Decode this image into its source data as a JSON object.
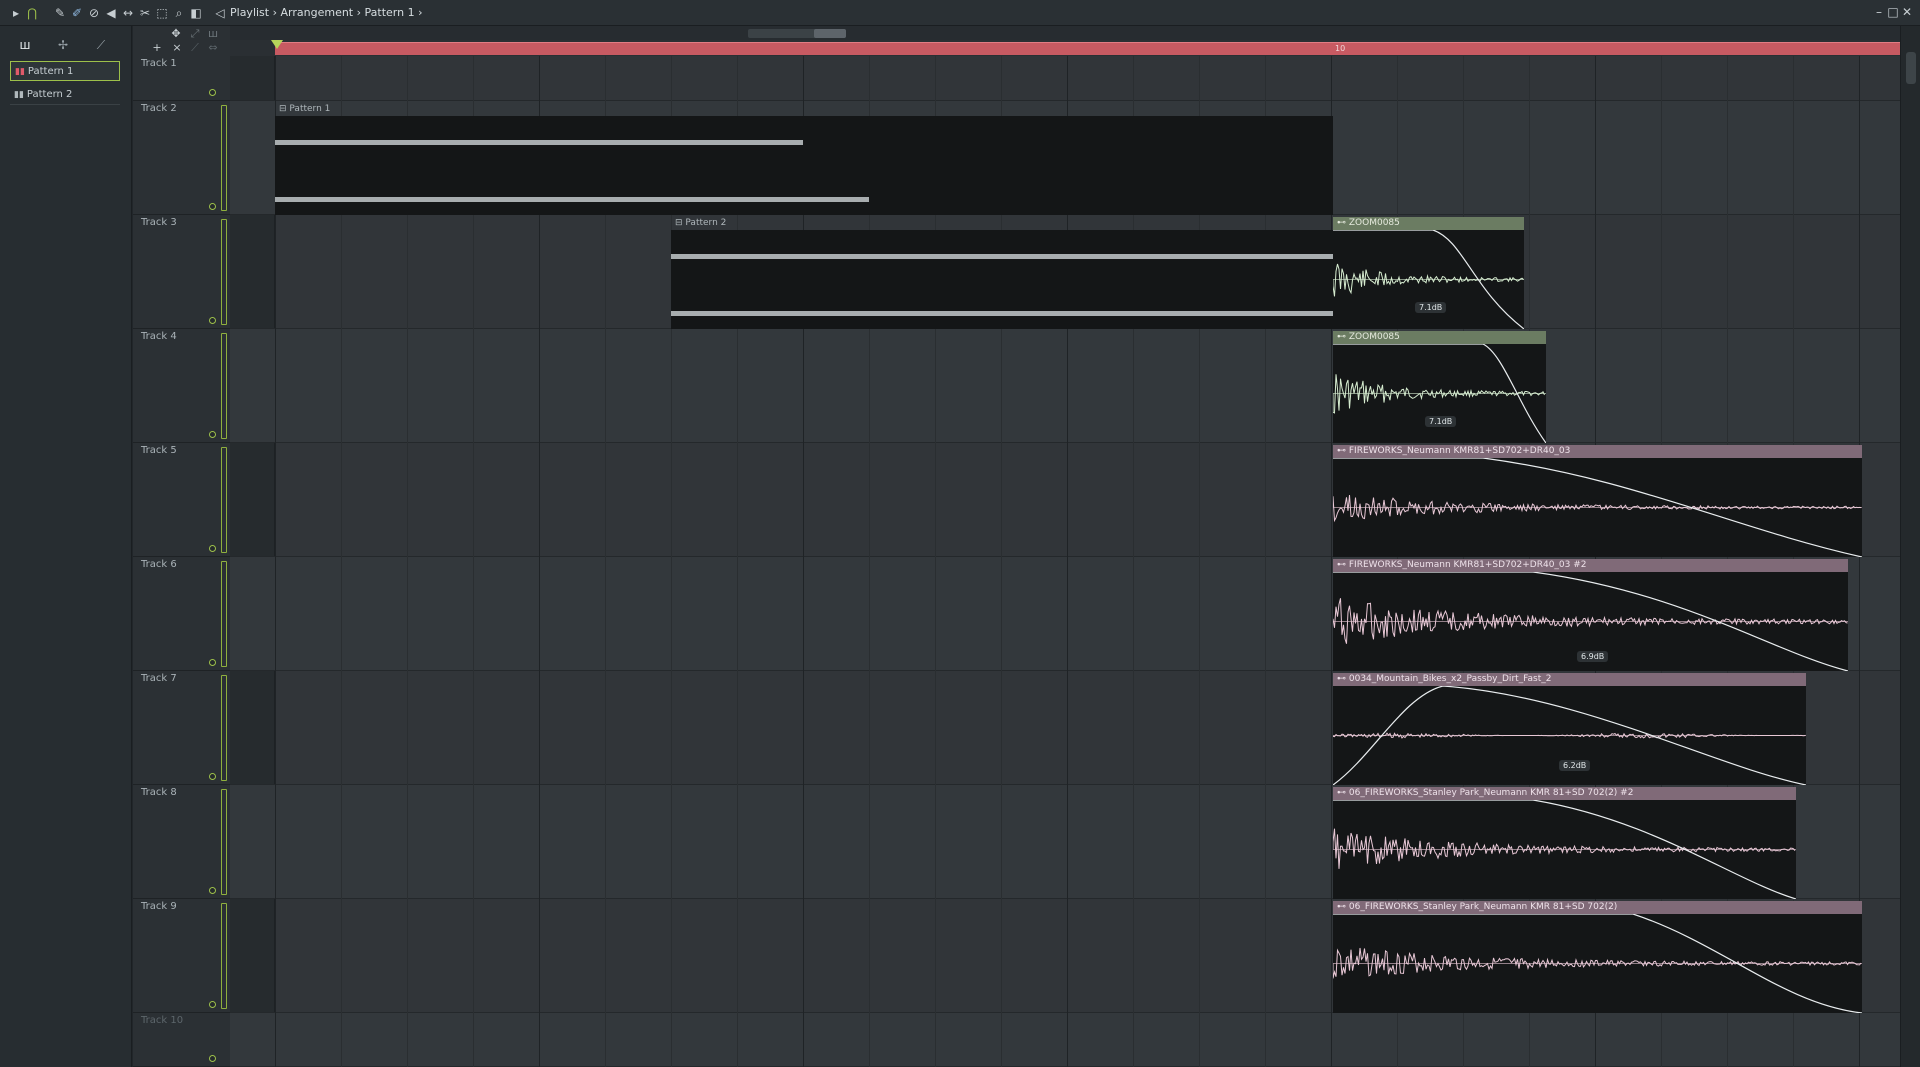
{
  "window": {
    "title_parts": [
      "Playlist",
      "Arrangement",
      "Pattern 1"
    ],
    "separator": "›"
  },
  "titlebar": {
    "tools": [
      "menu-arrow-icon",
      "magnet-icon",
      "pencil-icon",
      "paint-icon",
      "delete-icon",
      "mute-icon",
      "slip-icon",
      "slice-icon",
      "select-icon",
      "zoom-icon",
      "playback-icon",
      "speaker-icon"
    ]
  },
  "browser": {
    "patterns": [
      "Pattern 1",
      "Pattern 2"
    ],
    "selected_index": 0
  },
  "timeline": {
    "bar_label": "10"
  },
  "tracks": [
    {
      "name": "Track 1"
    },
    {
      "name": "Track 2"
    },
    {
      "name": "Track 3"
    },
    {
      "name": "Track 4"
    },
    {
      "name": "Track 5"
    },
    {
      "name": "Track 6"
    },
    {
      "name": "Track 7"
    },
    {
      "name": "Track 8"
    },
    {
      "name": "Track 9"
    },
    {
      "name": "Track 10"
    }
  ],
  "clips": {
    "pattern1": {
      "label": "Pattern 1"
    },
    "pattern2": {
      "label": "Pattern 2"
    },
    "zoom1": {
      "label": "ZOOM0085",
      "gain": "7.1dB"
    },
    "zoom2": {
      "label": "ZOOM0085",
      "gain": "7.1dB"
    },
    "fire1": {
      "label": "FIREWORKS_Neumann KMR81+SD702+DR40_03"
    },
    "fire2": {
      "label": "FIREWORKS_Neumann KMR81+SD702+DR40_03 #2",
      "gain": "6.9dB"
    },
    "bikes": {
      "label": "0034_Mountain_Bikes_x2_Passby_Dirt_Fast_2",
      "gain": "6.2dB"
    },
    "stanley2": {
      "label": "06_FIREWORKS_Stanley Park_Neumann KMR 81+SD 702(2) #2"
    },
    "stanley1": {
      "label": "06_FIREWORKS_Stanley Park_Neumann KMR 81+SD 702(2)"
    }
  },
  "colors": {
    "loop_bar": "#c75a62",
    "accent_green": "#9dc04a",
    "clip_green": "#6b7c62",
    "clip_pink": "#806a78",
    "wave_green": "#d6ecd0",
    "wave_pink": "#e8c8d6"
  }
}
